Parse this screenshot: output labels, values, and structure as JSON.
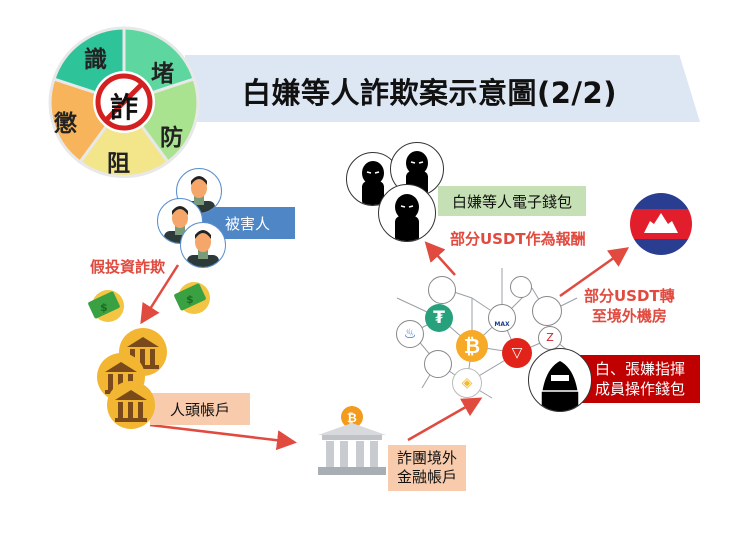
{
  "title": "白嫌等人詐欺案示意圖(2/2)",
  "logo": {
    "segments": [
      {
        "label": "識",
        "color": "#2fc39a"
      },
      {
        "label": "堵",
        "color": "#5dd6a0"
      },
      {
        "label": "防",
        "color": "#a9e38f"
      },
      {
        "label": "阻",
        "color": "#f2e58a"
      },
      {
        "label": "懲",
        "color": "#f7b45a"
      }
    ],
    "center_glyph": "詐",
    "center_icon": "no-fraud-icon"
  },
  "nodes": {
    "victims": {
      "label": "被害人",
      "bg": "#4f86c6",
      "fg": "#ffffff"
    },
    "fraud_type": {
      "label": "假投資詐欺",
      "color": "#e04a3f"
    },
    "mule_accounts": {
      "label": "人頭帳戶",
      "bg": "#f8cbad"
    },
    "overseas_account": {
      "lines": [
        "詐團境外",
        "金融帳戶"
      ],
      "bg": "#f8cbad"
    },
    "suspect_wallet": {
      "label": "白嫌等人電子錢包",
      "bg": "#c5e0b4"
    },
    "reward_note": {
      "label": "部分USDT作為報酬",
      "color": "#e04a3f"
    },
    "transfer_note": {
      "lines": [
        "部分USDT轉",
        "至境外機房"
      ],
      "color": "#e04a3f"
    },
    "operator": {
      "lines": [
        "白、張嫌指揮",
        "成員操作錢包"
      ],
      "bg": "#c00000",
      "fg": "#ffffff"
    },
    "country_flag": {
      "icon": "cambodia-flag-icon"
    }
  },
  "crypto_network": {
    "icons": [
      "card-icon",
      "tether-icon",
      "phone-icon",
      "max-exchange-icon",
      "cash-icon",
      "huobi-icon",
      "bitcoin-icon",
      "computer-icon",
      "tron-icon",
      "binance-icon",
      "exchange-icon"
    ],
    "max_label": "MAX"
  },
  "colors": {
    "arrow": "#e04a3f",
    "title_band": "#dde7f3"
  }
}
